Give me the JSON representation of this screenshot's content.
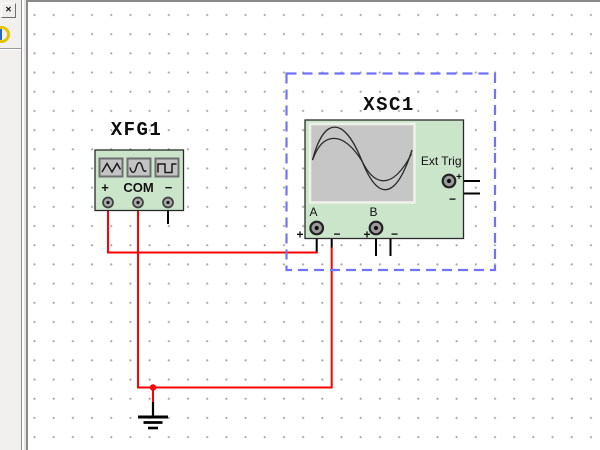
{
  "panel": {
    "close_icon": "✕"
  },
  "schematic": {
    "function_generator": {
      "refdes": "XFG1",
      "plus_label": "+",
      "com_label": "COM",
      "minus_label": "−",
      "buttons": [
        {
          "icon": "triangle-wave-icon"
        },
        {
          "icon": "sine-wave-icon"
        },
        {
          "icon": "square-wave-icon"
        }
      ]
    },
    "oscilloscope": {
      "refdes": "XSC1",
      "ext_trig_label": "Ext Trig",
      "ext_trig_plus": "+",
      "ext_trig_minus": "−",
      "channel_a_label": "A",
      "channel_a_plus": "+",
      "channel_a_minus": "−",
      "channel_b_label": "B",
      "channel_b_plus": "+",
      "channel_b_minus": "−"
    },
    "colors": {
      "wire": "#ff0000",
      "lead": "#000000",
      "instrument_body": "#cbe5cb",
      "selection": "#7272ff",
      "screen": "#c6c6c6",
      "grid_dot": "#a9a9a9"
    }
  }
}
